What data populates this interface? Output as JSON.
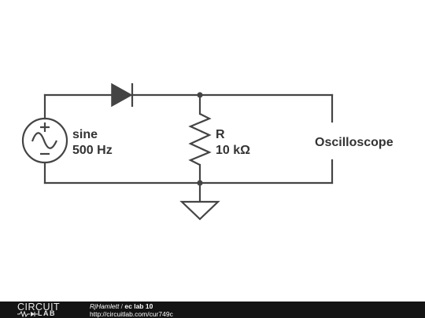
{
  "components": {
    "source": {
      "line1": "sine",
      "line2": "500 Hz"
    },
    "resistor": {
      "name": "R",
      "value": "10 kΩ"
    },
    "scope": {
      "label": "Oscilloscope"
    }
  },
  "footer": {
    "logo_top": "CIRCUIT",
    "logo_bottom": "LAB",
    "author": "RjHamlett",
    "separator": " / ",
    "title": "ec lab 10",
    "url": "http://circuitlab.com/cur749c"
  },
  "colors": {
    "wire": "#444444",
    "footer_bg": "#141414",
    "label": "#333333"
  }
}
